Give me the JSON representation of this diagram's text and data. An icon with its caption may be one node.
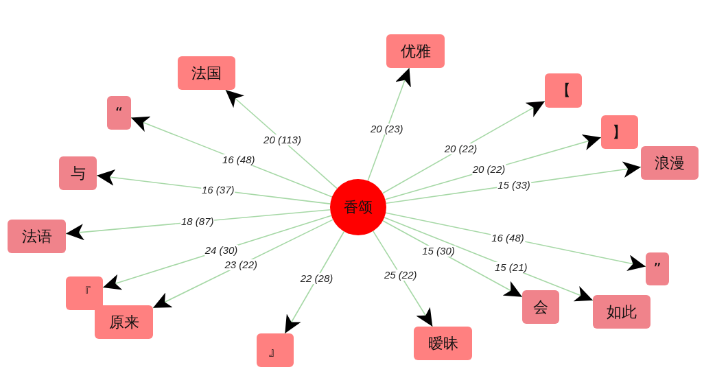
{
  "diagram": {
    "nodes": [
      {
        "text": [
          "优雅"
        ]
      },
      {
        "text": [
          "法国"
        ]
      },
      {
        "text": [
          "【"
        ]
      },
      {
        "text": [
          "“"
        ]
      },
      {
        "text": [
          "】"
        ]
      },
      {
        "text": [
          "浪漫"
        ]
      },
      {
        "text": [
          "与"
        ]
      },
      {
        "text": [
          "香颂"
        ]
      },
      {
        "text": [
          "法语"
        ]
      },
      {
        "text": [
          "”"
        ]
      },
      {
        "text": [
          "『"
        ]
      },
      {
        "text": [
          "会"
        ]
      },
      {
        "text": [
          "如此"
        ]
      },
      {
        "text": [
          "原来"
        ]
      },
      {
        "text": [
          "暧昧"
        ]
      },
      {
        "text": [
          "』"
        ]
      }
    ],
    "edges": [
      {
        "from": 7,
        "to": 0,
        "arrow": "to",
        "label": "20 (23)"
      },
      {
        "from": 7,
        "to": 1,
        "arrow": "to",
        "label": "20 (113)"
      },
      {
        "from": 7,
        "to": 2,
        "arrow": "to",
        "label": "20 (22)"
      },
      {
        "from": 7,
        "to": 3,
        "arrow": "to",
        "label": "16 (48)"
      },
      {
        "from": 7,
        "to": 4,
        "arrow": "to",
        "label": "20 (22)"
      },
      {
        "from": 7,
        "to": 5,
        "arrow": "to",
        "label": "15 (33)"
      },
      {
        "from": 7,
        "to": 6,
        "arrow": "to",
        "label": "16 (37)"
      },
      {
        "from": 7,
        "to": 8,
        "arrow": "to",
        "label": "18 (87)"
      },
      {
        "from": 7,
        "to": 9,
        "arrow": "to",
        "label": "16 (48)"
      },
      {
        "from": 7,
        "to": 10,
        "arrow": "to",
        "label": "24 (30)"
      },
      {
        "from": 7,
        "to": 11,
        "arrow": "to",
        "label": "15 (30)"
      },
      {
        "from": 7,
        "to": 12,
        "arrow": "to",
        "label": "15 (21)"
      },
      {
        "from": 7,
        "to": 13,
        "arrow": "to",
        "label": "23 (22)"
      },
      {
        "from": 7,
        "to": 14,
        "arrow": "to",
        "label": "25 (22)"
      },
      {
        "from": 7,
        "to": 15,
        "arrow": "to",
        "label": "22 (28)"
      }
    ]
  }
}
